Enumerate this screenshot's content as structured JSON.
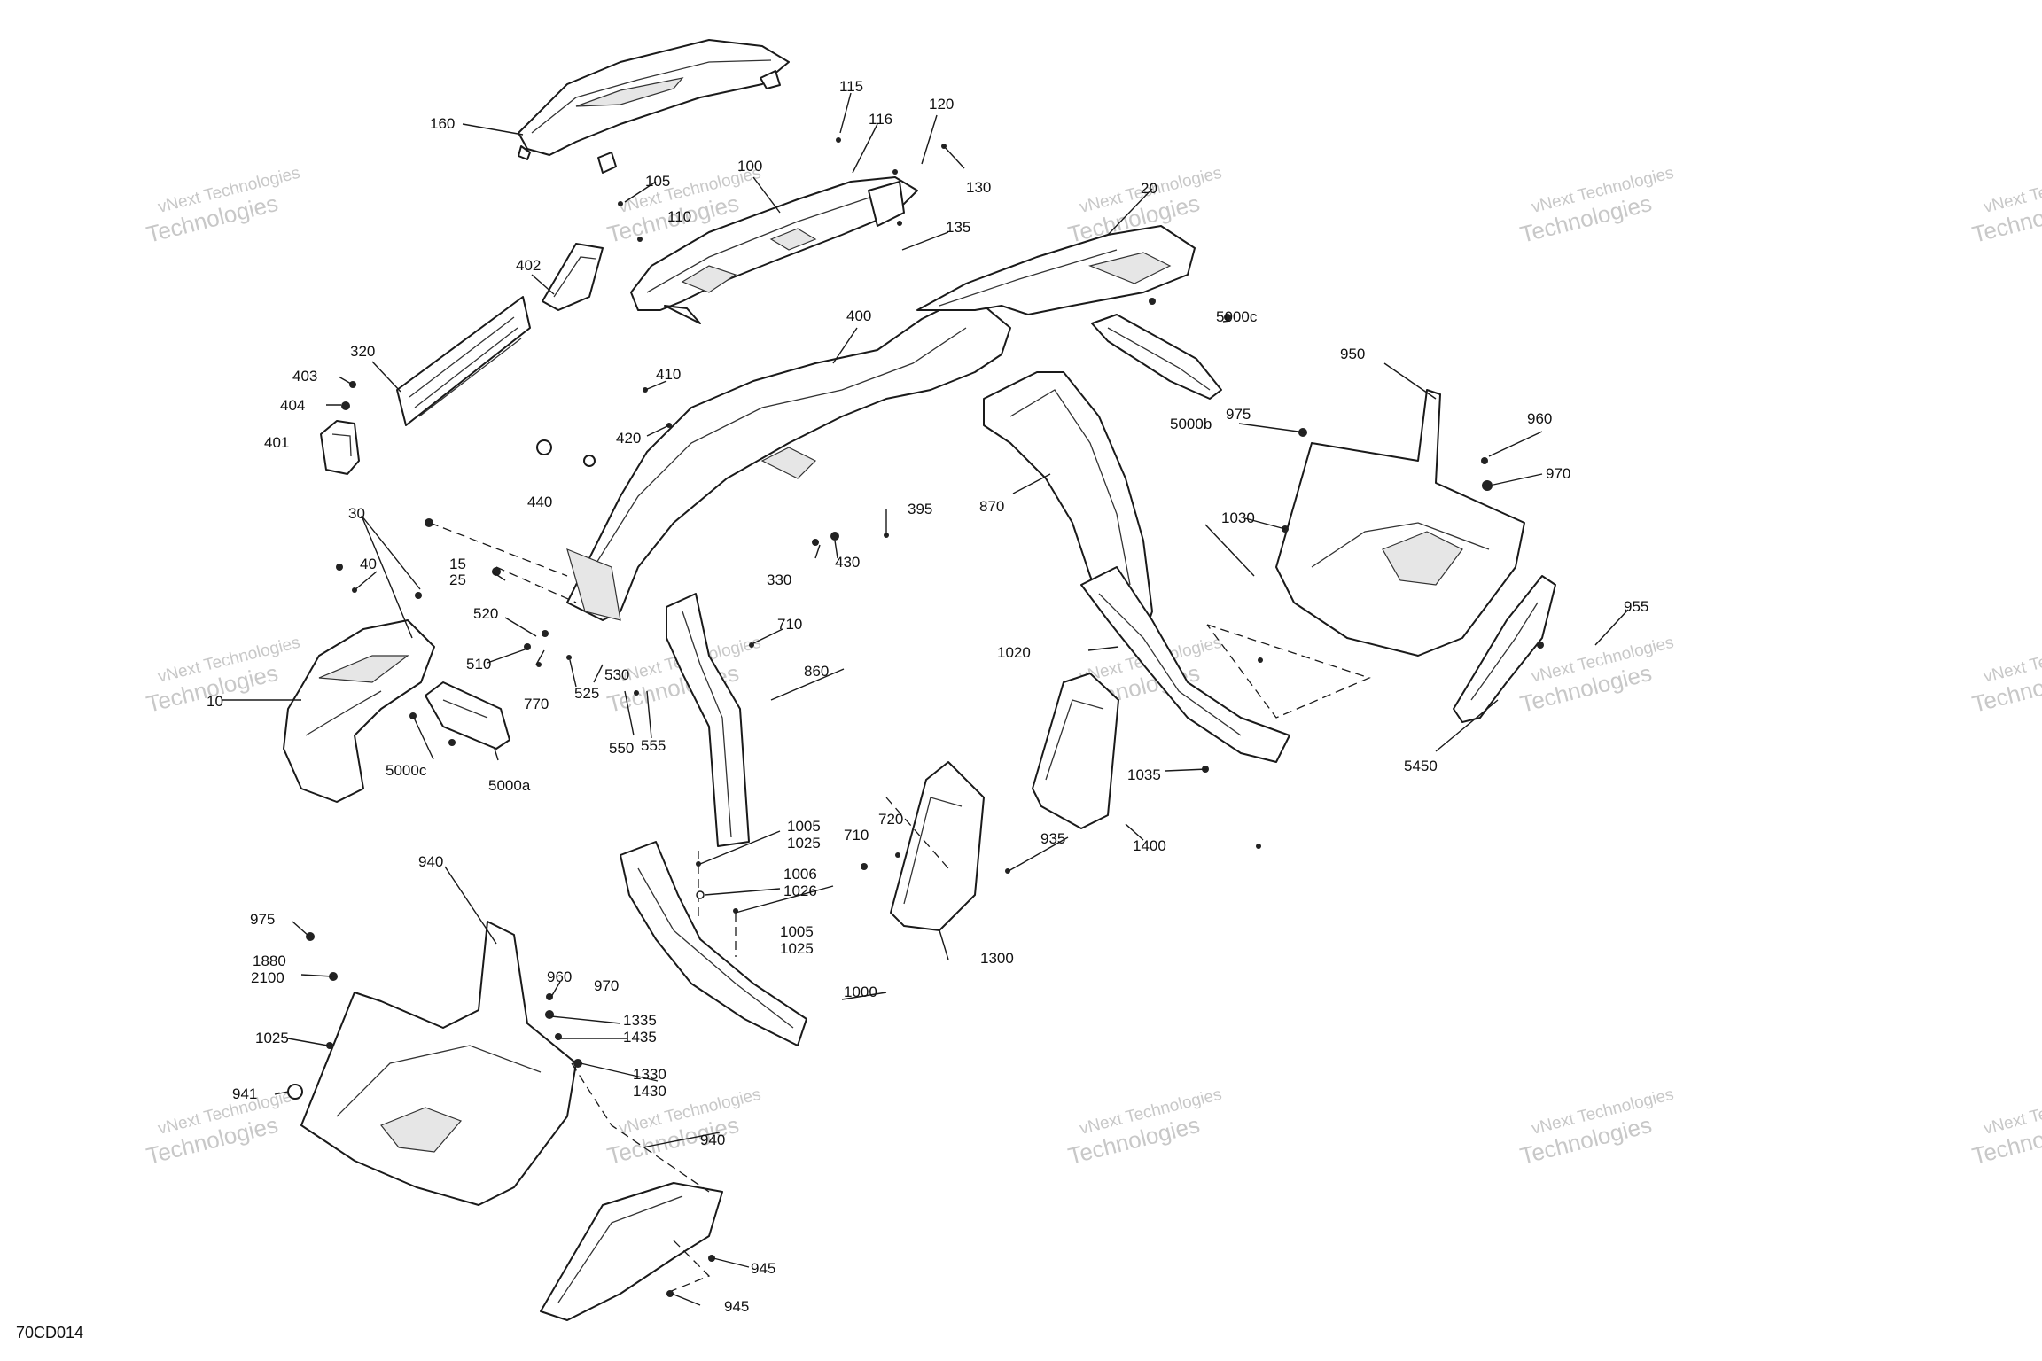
{
  "watermark": {
    "line1": "vNext Technologies",
    "line2": "Technologies"
  },
  "reference_code": "70CD014",
  "callouts": [
    "115",
    "116",
    "120",
    "130",
    "160",
    "100",
    "105",
    "110",
    "135",
    "20",
    "402",
    "5000c",
    "950",
    "320",
    "410",
    "403",
    "404",
    "420",
    "400",
    "5000b",
    "975",
    "960",
    "401",
    "440",
    "970",
    "395",
    "870",
    "1030",
    "30",
    "15",
    "25",
    "40",
    "330",
    "430",
    "520",
    "710",
    "1020",
    "955",
    "510",
    "530",
    "770",
    "525",
    "860",
    "10",
    "550",
    "555",
    "1035",
    "5450",
    "5000c",
    "5000a",
    "1005",
    "1025",
    "710",
    "720",
    "935",
    "1400",
    "1006",
    "1026",
    "940",
    "1005",
    "1025",
    "1300",
    "975",
    "1880",
    "2100",
    "960",
    "970",
    "1000",
    "1335",
    "1435",
    "1025",
    "1330",
    "1430",
    "941",
    "940",
    "945",
    "945"
  ]
}
